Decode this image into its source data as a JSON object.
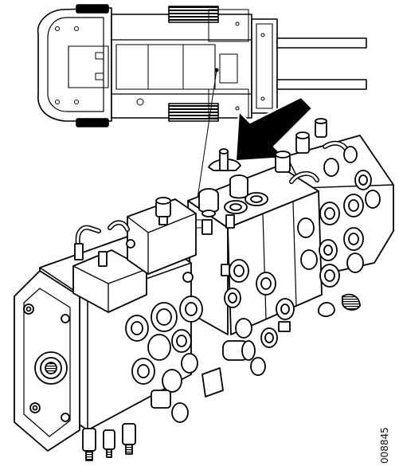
{
  "figure": {
    "reference_code": "008845",
    "parts": [
      "truck-top-view",
      "indicator-arrow",
      "leader-line",
      "control-valve-block"
    ],
    "colors": {
      "line": "#000000",
      "fill": "#ffffff",
      "shade": "#d9d9d9"
    }
  }
}
